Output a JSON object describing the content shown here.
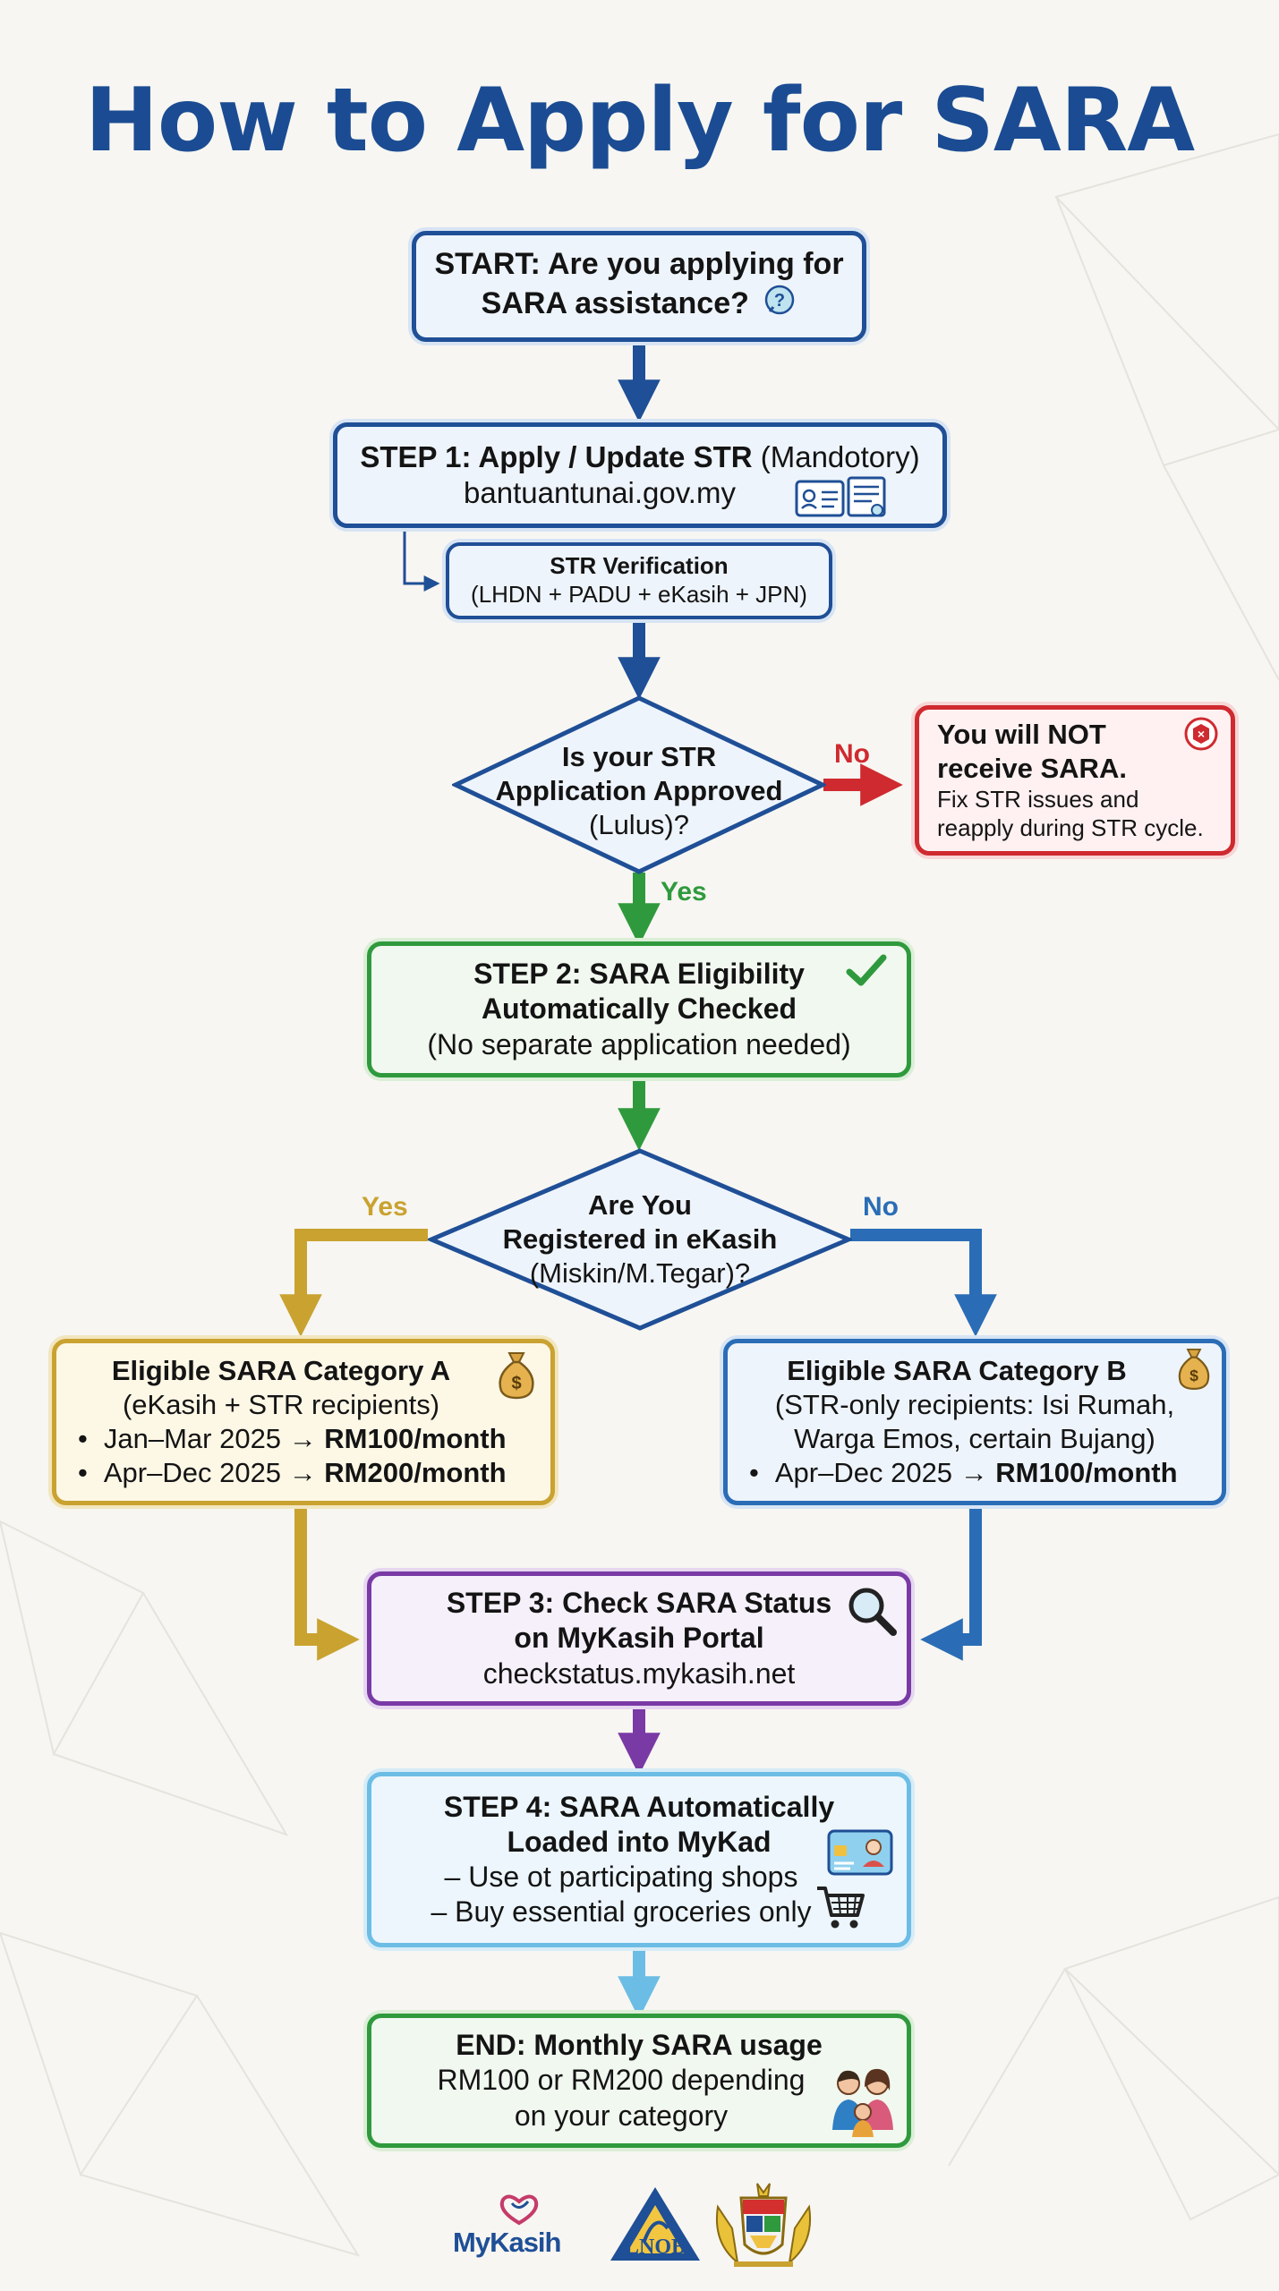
{
  "title": "How to Apply for SARA",
  "start": {
    "line1": "START: Are you applying for",
    "line2": "SARA assistance?"
  },
  "step1": {
    "line1_bold": "STEP 1: Apply / Update STR",
    "line1_normal": " (Mandotory)",
    "line2": "bantuantunai.gov.my"
  },
  "verification": {
    "line1": "STR Verification",
    "line2": "(LHDN + PADU + eKasih + JPN)"
  },
  "decision1": {
    "line1": "Is your STR",
    "line2": "Application Approved",
    "line3": "(Lulus)?",
    "no_label": "No",
    "yes_label": "Yes"
  },
  "not_receive": {
    "line1": "You will NOT",
    "line2": "receive SARA.",
    "line3": "Fix STR issues and",
    "line4": "reapply during STR cycle."
  },
  "step2": {
    "line1": "STEP 2: SARA Eligibility",
    "line2": "Automatically Checked",
    "line3": "(No separate application needed)"
  },
  "decision2": {
    "line1": "Are You",
    "line2": "Registered in eKasih",
    "line3": "(Miskin/M.Tegar)?",
    "yes_label": "Yes",
    "no_label": "No"
  },
  "category_a": {
    "title": "Eligible SARA Category A",
    "subtitle": "(eKasih + STR recipients)",
    "bullets": [
      {
        "text": "Jan–Mar 2025 → ",
        "amount": "RM100/month"
      },
      {
        "text": "Apr–Dec 2025 → ",
        "amount": "RM200/month"
      }
    ]
  },
  "category_b": {
    "title": "Eligible SARA Category B",
    "line2": "(STR-only recipients: Isi Rumah,",
    "line3": "Warga Emos, certain Bujang)",
    "bullets": [
      {
        "text": "Apr–Dec 2025 → ",
        "amount": "RM100/month"
      }
    ]
  },
  "step3": {
    "line1": "STEP 3: Check SARA Status",
    "line2": "on MyKasih Portal",
    "line3": "checkstatus.mykasih.net"
  },
  "step4": {
    "line1": "STEP 4: SARA Automatically",
    "line2": "Loaded into MyKad",
    "line3": "– Use ot participating shops",
    "line4": "– Buy essential groceries only"
  },
  "end": {
    "line1": "END: Monthly SARA usage",
    "line2": "RM100 or RM200 depending",
    "line3": "on your category"
  },
  "logos": {
    "mykasih": "MyKasih",
    "lnob": "LNOB"
  },
  "colors": {
    "title": "#1b4c93",
    "blue": "#1f4f96",
    "green": "#2f9a3d",
    "red": "#cf2a2f",
    "gold": "#c9a230",
    "purple": "#7a3aa5",
    "light_blue": "#6cbde5"
  },
  "icons": {
    "start": "question-bubble-icon",
    "step1": "id-card-and-document-icon",
    "not_receive": "warning-badge-icon",
    "step2": "check-mark-icon",
    "category_a": "money-bag-icon",
    "category_b": "money-bag-icon",
    "step3": "magnifier-icon",
    "step4_card": "mykad-card-icon",
    "step4_cart": "shopping-cart-icon",
    "end": "family-icon"
  }
}
